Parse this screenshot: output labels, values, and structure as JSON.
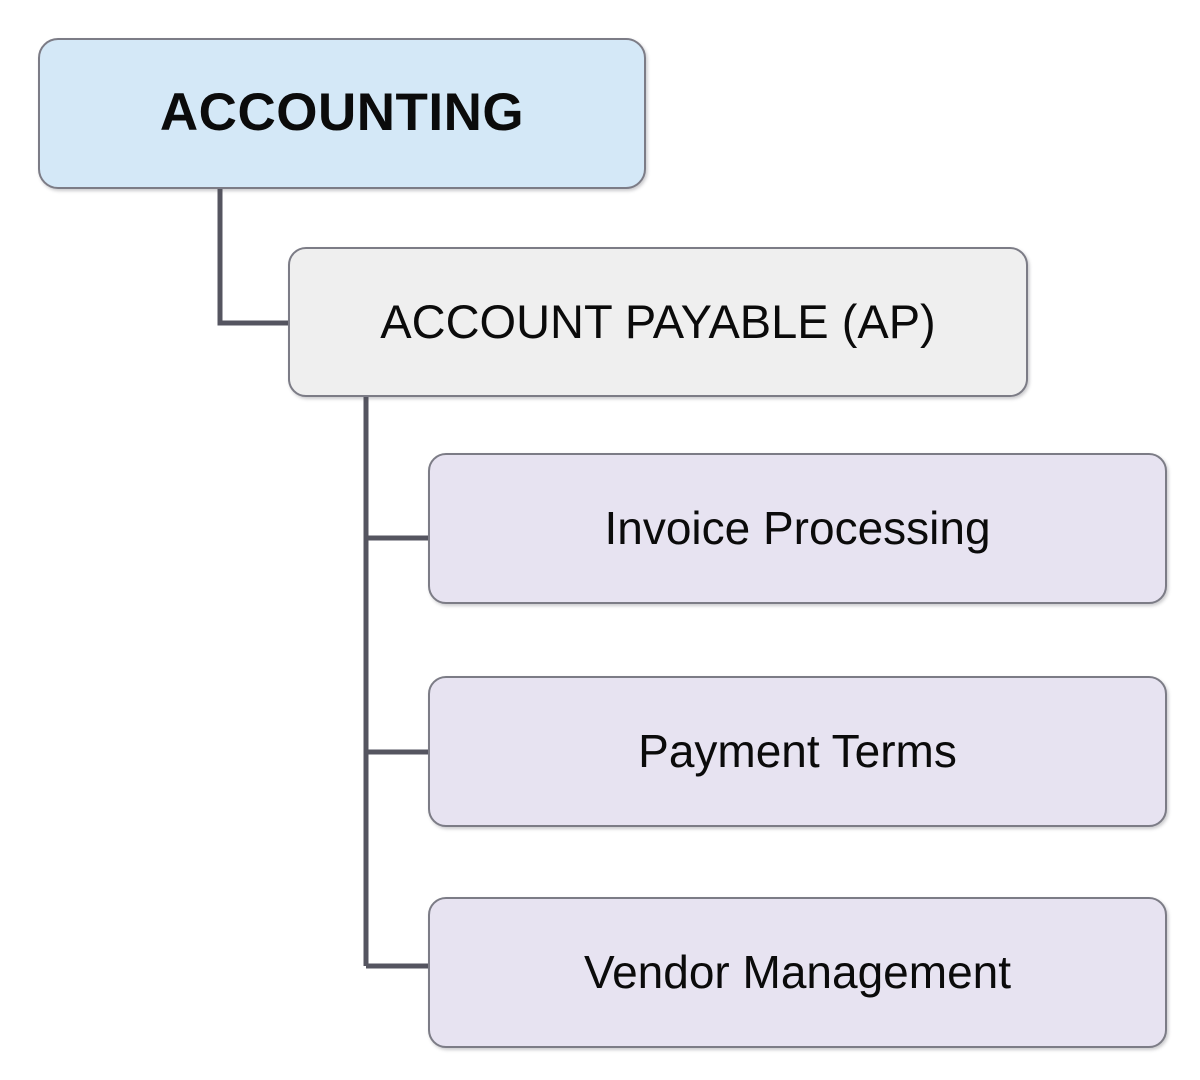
{
  "diagram": {
    "title": "ACCOUNTING",
    "type": "hierarchy-tree",
    "orientation": "top-down-left-aligned",
    "background_color": "#ffffff",
    "connector_color": "#555560",
    "border_color": "#7c7c86",
    "text_color": "#0b0b0b",
    "root": {
      "label": "ACCOUNTING",
      "fill_color": "#d4e8f7",
      "bold": true
    },
    "branch": {
      "label": "ACCOUNT PAYABLE (AP)",
      "fill_color": "#efefef",
      "bold": false
    },
    "leaves": [
      {
        "label": "Invoice Processing",
        "fill_color": "#e7e3f1",
        "bold": false
      },
      {
        "label": "Payment Terms",
        "fill_color": "#e7e3f1",
        "bold": false
      },
      {
        "label": "Vendor Management",
        "fill_color": "#e7e3f1",
        "bold": false
      }
    ]
  }
}
